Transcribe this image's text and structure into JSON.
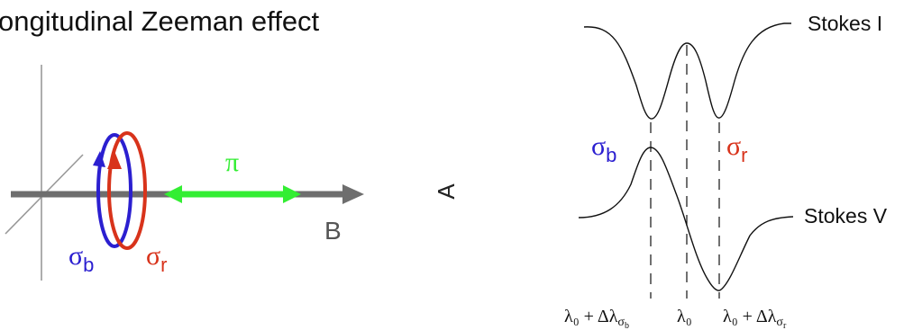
{
  "title": "ongitudinal Zeeman effect",
  "left_diagram": {
    "pi_label": "π",
    "b_label": "B",
    "sigma_b_label": {
      "symbol": "σ",
      "sub": "b"
    },
    "sigma_r_label": {
      "symbol": "σ",
      "sub": "r"
    },
    "colors": {
      "blue": "#2b1fd0",
      "red": "#d8331b",
      "green": "#33ee33",
      "gray": "#6e6e6e"
    }
  },
  "side_glyph": "A",
  "right_diagram": {
    "stokes_i_label": "Stokes I",
    "stokes_v_label": "Stokes V",
    "sigma_b_label": {
      "symbol": "σ",
      "sub": "b"
    },
    "sigma_r_label": {
      "symbol": "σ",
      "sub": "r"
    },
    "axis_labels": {
      "left": {
        "main": "λ₀ + Δλ",
        "sub1": "σ",
        "sub2": "b"
      },
      "center": "λ₀",
      "right": {
        "main": "λ₀ + Δλ",
        "sub1": "σ",
        "sub2": "r"
      }
    }
  }
}
